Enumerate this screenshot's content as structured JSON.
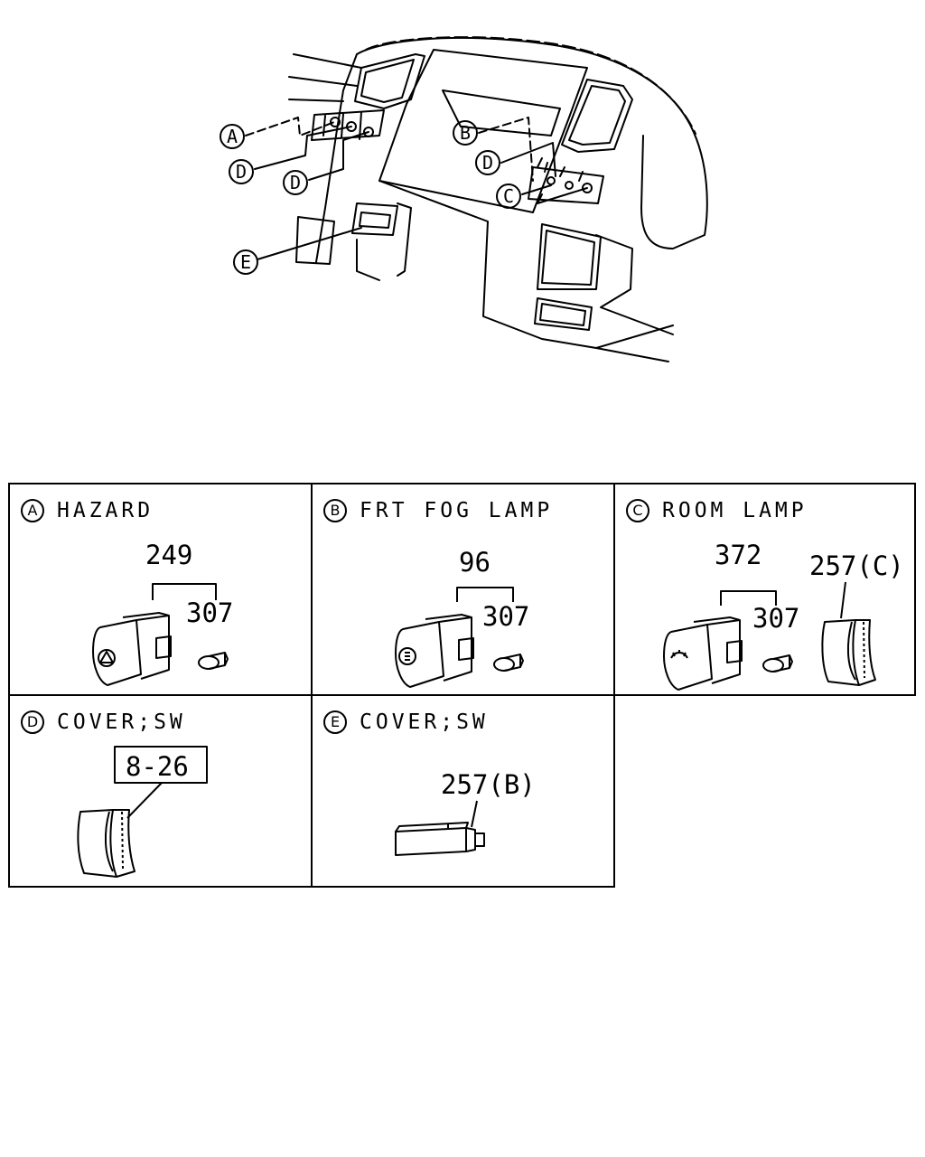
{
  "overview": {
    "callouts": [
      "A",
      "D",
      "D",
      "E",
      "B",
      "D",
      "C"
    ]
  },
  "cells": [
    {
      "letter": "A",
      "title": "HAZARD",
      "part_main": "249",
      "part_bulb": "307",
      "icon": "hazard-triangle-icon"
    },
    {
      "letter": "B",
      "title": "FRT FOG LAMP",
      "part_main": "96",
      "part_bulb": "307",
      "icon": "fog-lamp-icon"
    },
    {
      "letter": "C",
      "title": "ROOM LAMP",
      "part_main": "372",
      "part_bulb": "307",
      "part_cover": "257(C)",
      "icon": "room-lamp-icon"
    },
    {
      "letter": "D",
      "title": "COVER;SW",
      "part_ref": "8-26",
      "icon": "switch-cover-icon"
    },
    {
      "letter": "E",
      "title": "COVER;SW",
      "part_main": "257(B)",
      "icon": "switch-cover-flat-icon"
    }
  ]
}
